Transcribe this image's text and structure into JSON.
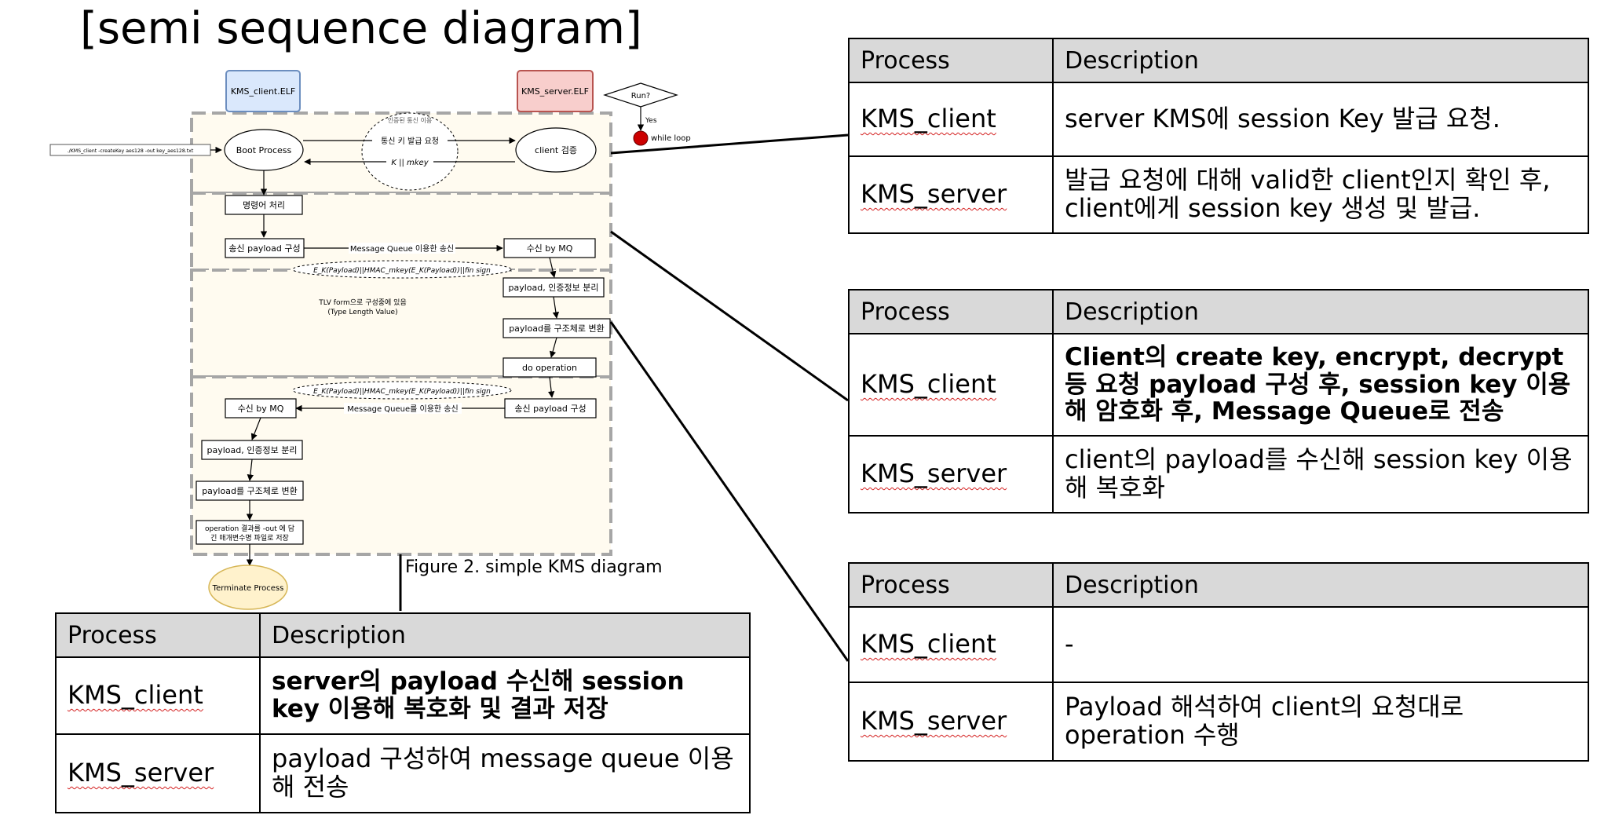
{
  "title": "[semi sequence diagram]",
  "caption": "Figure 2. simple KMS diagram",
  "diagram": {
    "client_elf": "KMS_client.ELF",
    "server_elf": "KMS_server.ELF",
    "run": "Run?",
    "yes": "Yes",
    "while_loop": "while loop",
    "command": "./KMS_client -createKey aes128 -out key_aes128.txt",
    "boot": "Boot Process",
    "enc_comm": "인증된 통신 이용",
    "key_request": "통신 키 발급 요청",
    "k_mkey": "K || mkey",
    "client_verify": "client 검증",
    "cmd_process": "명령어 처리",
    "send_payload": "송신 payload 구성",
    "mq_send": "Message Queue 이용한 송신",
    "recv_mq": "수신 by MQ",
    "formula": "E_K(Payload)||HMAC_mkey(E_K(Payload))||fin sign",
    "tlv_1": "TLV form으로 구성중에 있음",
    "tlv_2": "(Type Length Value)",
    "split_auth": "payload, 인증정보 분리",
    "to_struct": "payload를 구조체로 변환",
    "do_op": "do operation",
    "send_payload2": "송신 payload 구성",
    "mq_send2": "Message Queue를 이용한 송신",
    "recv_mq2": "수신 by MQ",
    "split_auth2": "payload, 인증정보 분리",
    "to_struct2": "payload를 구조체로 변환",
    "save_1": "operation 결과를 -out 에 담",
    "save_2": "긴 매개변수명 파일로 저장",
    "terminate": "Terminate Process"
  },
  "tables": {
    "header_process": "Process",
    "header_description": "Description",
    "t1": {
      "r1_proc": "KMS_client",
      "r1_desc": "server KMS에 session Key 발급 요청.",
      "r2_proc": "KMS_server",
      "r2_desc": "발급 요청에 대해 valid한 client인지 확인 후, client에게 session key 생성 및 발급."
    },
    "t2": {
      "r1_proc": "KMS_client",
      "r1_desc": "Client의 create key, encrypt, decrypt 등 요청 payload 구성 후, session key 이용해 암호화 후, Message Queue로 전송",
      "r2_proc": "KMS_server",
      "r2_desc": "client의 payload를 수신해 session key 이용해 복호화"
    },
    "t3": {
      "r1_proc": "KMS_client",
      "r1_desc": "-",
      "r2_proc": "KMS_server",
      "r2_desc": "Payload 해석하여 client의 요청대로 operation 수행"
    },
    "t4": {
      "r1_proc": "KMS_client",
      "r1_desc": "server의 payload 수신해 session key 이용해 복호화 및 결과 저장",
      "r2_proc": "KMS_server",
      "r2_desc": "payload 구성하여 message queue 이용해 전송"
    }
  },
  "colors": {
    "client_fill": "#dae8fc",
    "client_stroke": "#6c8ebf",
    "server_fill": "#f8cecc",
    "server_stroke": "#b85450",
    "terminate_fill": "#fff2cc",
    "terminate_stroke": "#d6b656",
    "region_fill": "#fffbf0",
    "dash": "#a6a6a6",
    "header": "#d9d9d9"
  }
}
